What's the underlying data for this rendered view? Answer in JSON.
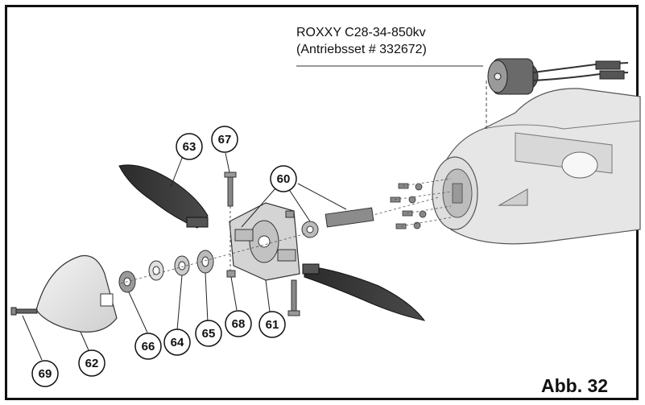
{
  "motor": {
    "name": "ROXXY C28-34-850kv",
    "set_number": "(Antriebsset # 332672)"
  },
  "figure_label": "Abb. 32",
  "callouts": [
    {
      "id": "c63",
      "text": "63"
    },
    {
      "id": "c67",
      "text": "67"
    },
    {
      "id": "c60",
      "text": "60"
    },
    {
      "id": "c61",
      "text": "61"
    },
    {
      "id": "c62",
      "text": "62"
    },
    {
      "id": "c64",
      "text": "64"
    },
    {
      "id": "c65",
      "text": "65"
    },
    {
      "id": "c66",
      "text": "66"
    },
    {
      "id": "c68",
      "text": "68"
    },
    {
      "id": "c69",
      "text": "69"
    }
  ]
}
